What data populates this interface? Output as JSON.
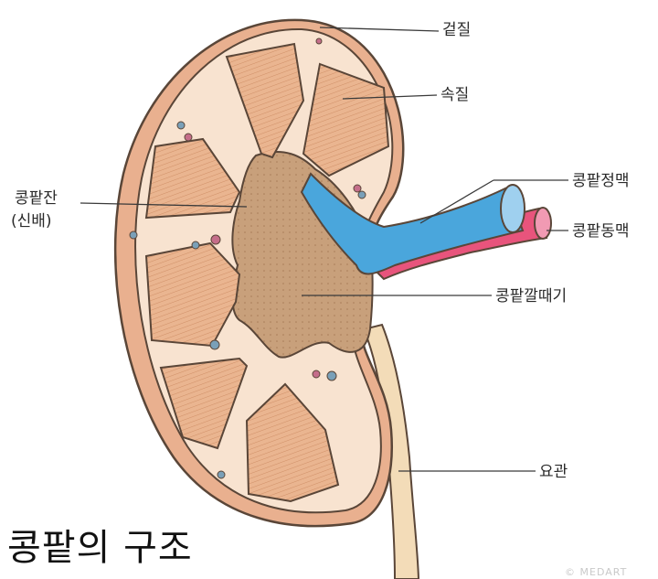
{
  "caption": "콩팥의 구조",
  "watermark": "© MEDART",
  "labels": {
    "cortex": "겉질",
    "medulla": "속질",
    "renal_vein": "콩팥정맥",
    "renal_artery": "콩팥동맥",
    "renal_column_line1": "콩팥잔",
    "renal_column_line2": "(신배)",
    "renal_pelvis": "콩팥깔때기",
    "ureter": "요관"
  },
  "colors": {
    "capsule": "#e9b08f",
    "cortex": "#f8e3d0",
    "pyramid": "#e9b38d",
    "pelvis": "#c99f78",
    "vein": "#4aa6dc",
    "artery": "#e8547c",
    "ureter": "#f3dcb8",
    "outline": "#5a4638"
  }
}
